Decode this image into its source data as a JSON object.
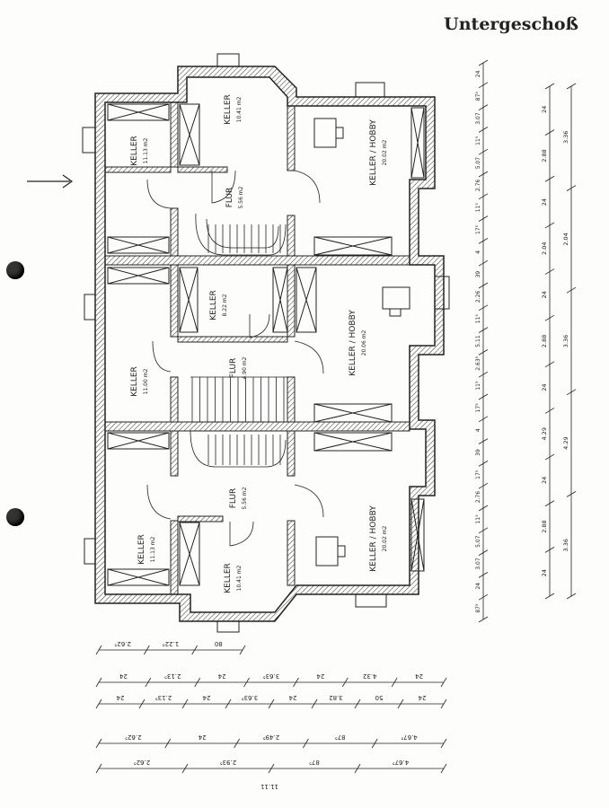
{
  "title": "Untergeschoß",
  "rooms": [
    {
      "id": "keller-tl",
      "name": "KELLER",
      "area": "11.13 m2"
    },
    {
      "id": "keller-top",
      "name": "KELLER",
      "area": "10.41 m2"
    },
    {
      "id": "keller-hobby-1",
      "name": "KELLER / HOBBY",
      "area": "20.02 m2"
    },
    {
      "id": "flur-1",
      "name": "FLUR",
      "area": "5.56 m2"
    },
    {
      "id": "keller-mid-small",
      "name": "KELLER",
      "area": "8.22 m2"
    },
    {
      "id": "keller-mid-left",
      "name": "KELLER",
      "area": "11.00 m2"
    },
    {
      "id": "flur-2",
      "name": "FLUR",
      "area": "4.90 m2"
    },
    {
      "id": "keller-hobby-2",
      "name": "KELLER / HOBBY",
      "area": "20.06 m2"
    },
    {
      "id": "flur-3",
      "name": "FLUR",
      "area": "5.56 m2"
    },
    {
      "id": "keller-hobby-3",
      "name": "KELLER / HOBBY",
      "area": "20.02 m2"
    },
    {
      "id": "keller-bl",
      "name": "KELLER",
      "area": "11.13 m2"
    },
    {
      "id": "keller-bottom",
      "name": "KELLER",
      "area": "10.41 m2"
    }
  ],
  "dims_right_a": [
    "24",
    "87⁵",
    "3.07",
    "11⁵",
    "5.07",
    "2.76",
    "11⁵",
    "17⁵",
    "4",
    "39",
    "2.26",
    "11⁵",
    "5.11",
    "2.63⁵",
    "11⁵",
    "17⁵",
    "4",
    "39",
    "17⁵",
    "2.76",
    "11⁵",
    "5.07",
    "3.07",
    "24",
    "87⁵"
  ],
  "dims_right_b": [
    "24",
    "2.88",
    "24",
    "2.04",
    "24",
    "2.88",
    "24",
    "4.29",
    "24",
    "2.88",
    "24"
  ],
  "dims_right_c": [
    "3.36",
    "2.04",
    "3.36",
    "4.29",
    "3.36"
  ],
  "dims_bottom_1": [
    "2.62⁵",
    "1.22⁵",
    "80"
  ],
  "dims_bottom_2": [
    "24",
    "2.13⁵",
    "24",
    "3.63⁵",
    "24",
    "4.32",
    "24"
  ],
  "dims_bottom_3": [
    "24",
    "2.13⁵",
    "24",
    "3.63⁵",
    "24",
    "3.82",
    "50",
    "24"
  ],
  "dims_bottom_4": [
    "2.62⁵",
    "24",
    "2.49⁵",
    "87⁵",
    "4.67⁵"
  ],
  "dims_bottom_5": [
    "2.62⁵",
    "2.93⁵",
    "87⁵",
    "4.67⁵"
  ],
  "total": "11.11"
}
